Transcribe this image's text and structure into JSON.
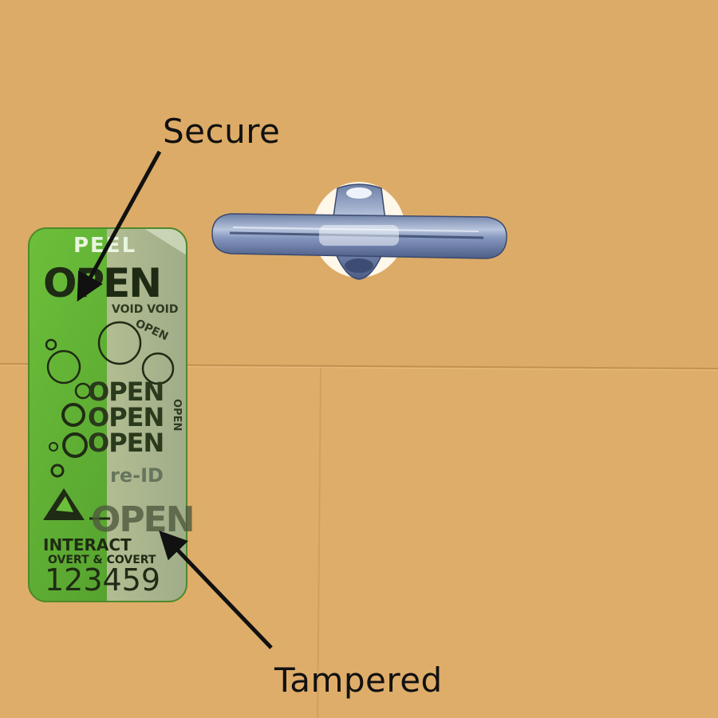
{
  "annotations": {
    "secure": "Secure",
    "tampered": "Tampered"
  },
  "label": {
    "peel": "PEEL",
    "open_big": "OPEN",
    "void_row": "VOID VOID",
    "open_small": "OPEN",
    "open_stack": [
      "OPEN",
      "OPEN",
      "OPEN"
    ],
    "open_vertical": "OPEN",
    "brand_fragment": "re-ID",
    "open_lower": "OPEN",
    "maker_line": "INTERACT",
    "sub_line": "OVERT & COVERT",
    "serial": "123459"
  },
  "colors": {
    "envelope": "#e0ad6a",
    "label_green": "#6fb53c",
    "ink": "#1f2b14"
  }
}
